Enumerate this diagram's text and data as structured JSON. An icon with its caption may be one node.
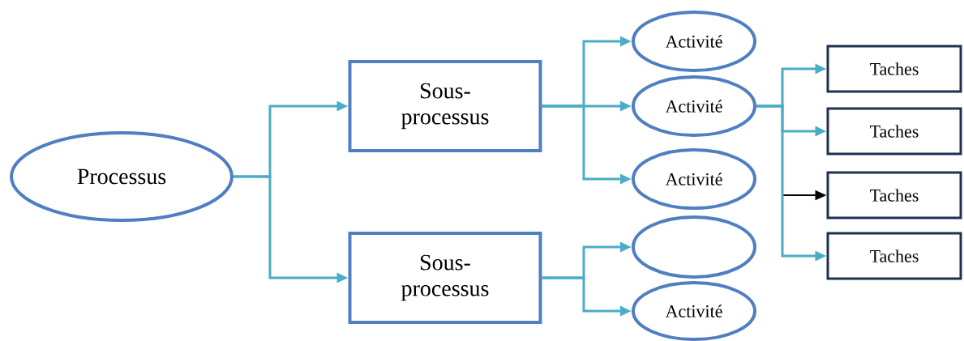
{
  "diagram": {
    "nodes": [
      {
        "text": [
          "Processus"
        ]
      },
      {
        "text": [
          "Sous-processus"
        ]
      },
      {
        "text": [
          "Sous-processus"
        ]
      },
      {
        "text": [
          "Activité"
        ]
      },
      {
        "text": [
          "Activité"
        ]
      },
      {
        "text": [
          "Activité"
        ]
      },
      {
        "text": [],
        "shape": "ellipse"
      },
      {
        "text": [
          "Activité"
        ]
      },
      {
        "text": [
          "Taches"
        ]
      },
      {
        "text": [
          "Taches"
        ]
      },
      {
        "text": [
          "Taches"
        ]
      },
      {
        "text": [
          "Taches"
        ]
      }
    ],
    "edges": [
      {
        "from": 0,
        "to": 1,
        "arrow": "to"
      },
      {
        "from": 0,
        "to": 2,
        "arrow": "to"
      },
      {
        "from": 1,
        "to": 3,
        "arrow": "to"
      },
      {
        "from": 1,
        "to": 4,
        "arrow": "to"
      },
      {
        "from": 1,
        "to": 5,
        "arrow": "to"
      },
      {
        "from": 2,
        "to": 6,
        "arrow": "to"
      },
      {
        "from": 2,
        "to": 7,
        "arrow": "to"
      },
      {
        "from": 4,
        "to": 8,
        "arrow": "to"
      },
      {
        "from": 4,
        "to": 9,
        "arrow": "to"
      },
      {
        "from": 4,
        "to": 10,
        "arrow": "to",
        "color": "#000000"
      },
      {
        "from": 4,
        "to": 11,
        "arrow": "to"
      }
    ]
  }
}
